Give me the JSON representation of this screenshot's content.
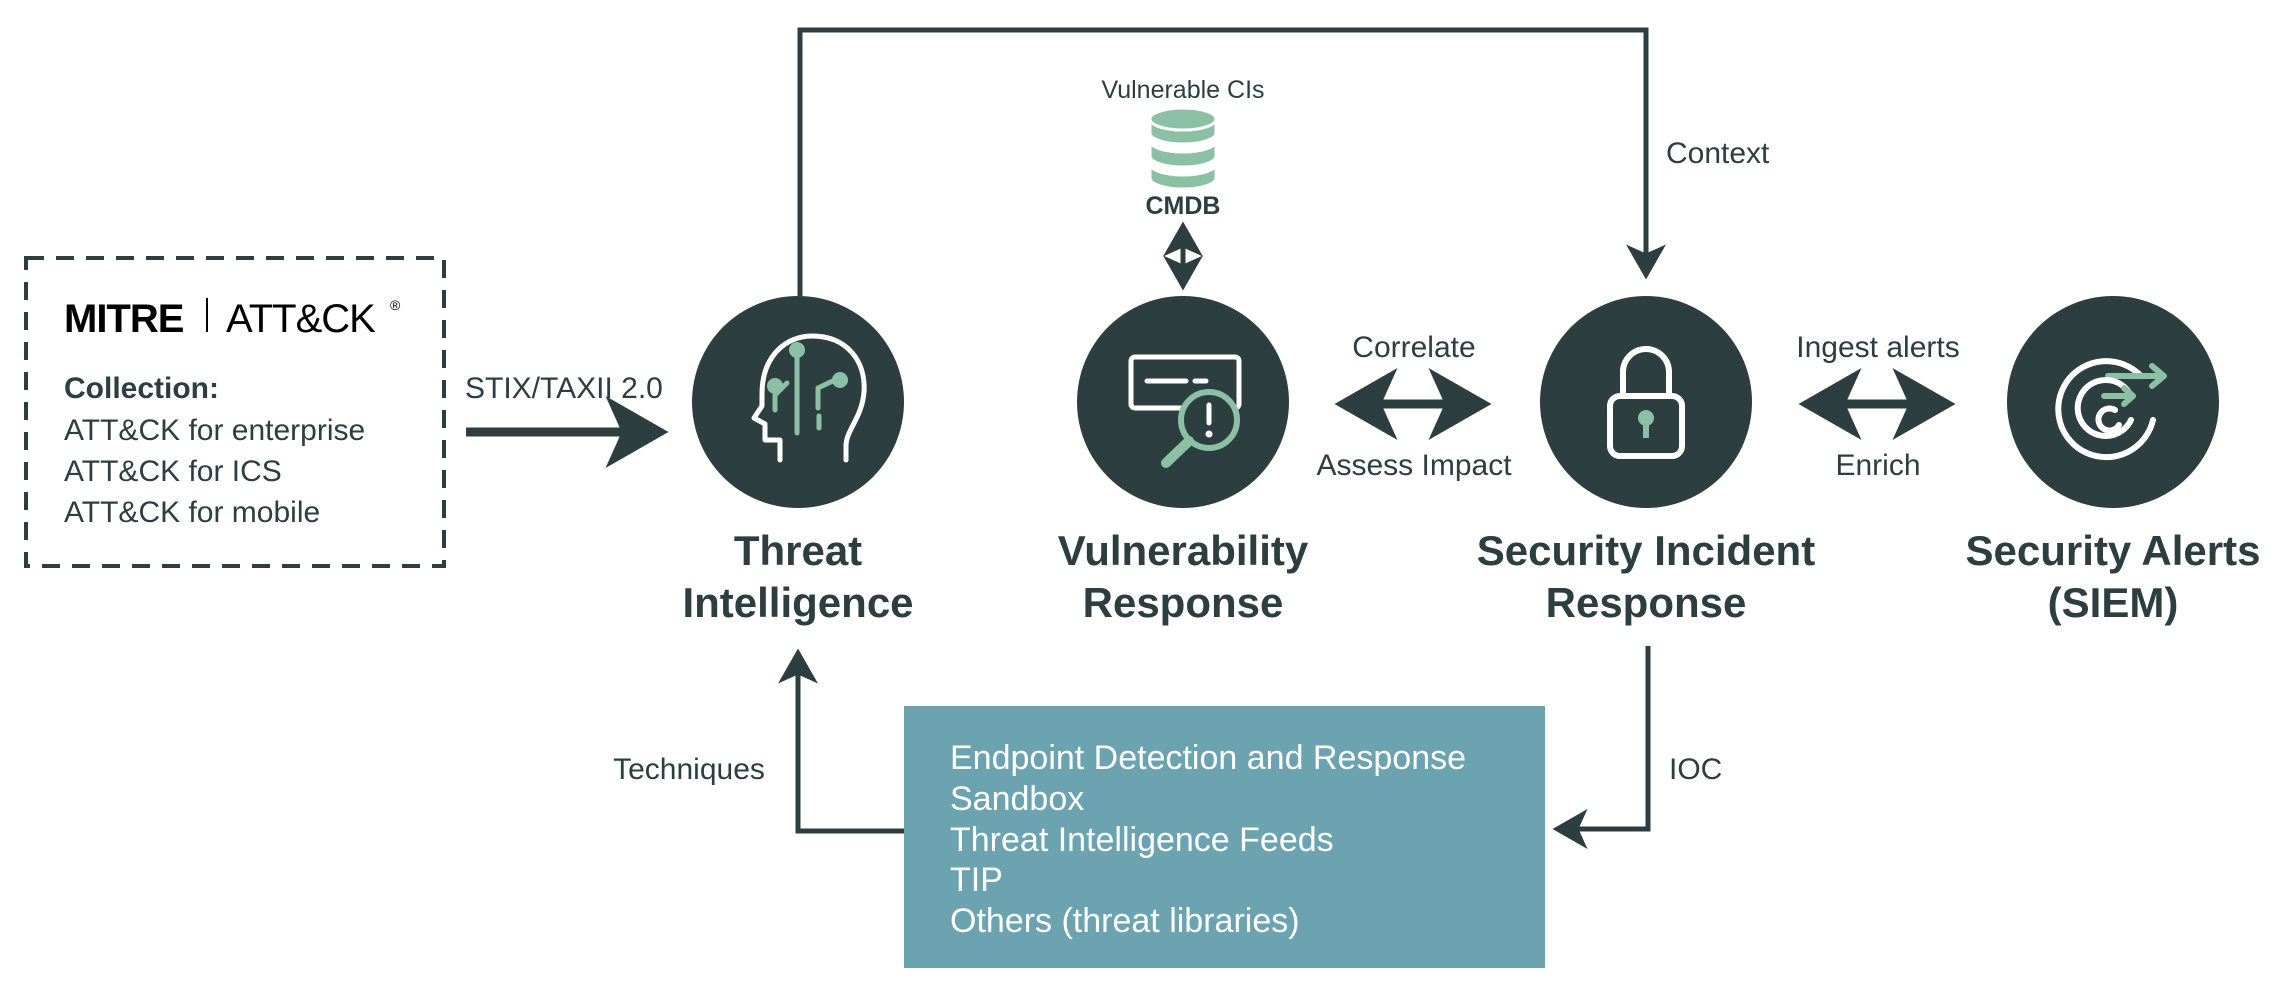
{
  "colors": {
    "dark": "#2c3e3f",
    "accent": "#8cc0a5",
    "box": "#6ba3b1",
    "white": "#ffffff"
  },
  "mitre": {
    "brand_left": "MITRE",
    "brand_right": "ATT&CK",
    "registered": "®",
    "collection_title": "Collection:",
    "collections": [
      "ATT&CK for enterprise",
      "ATT&CK for ICS",
      "ATT&CK for mobile"
    ]
  },
  "edges": {
    "stix": "STIX/TAXII 2.0",
    "context": "Context",
    "vulnerable_cis": "Vulnerable CIs",
    "cmdb": "CMDB",
    "correlate": "Correlate",
    "assess_impact": "Assess Impact",
    "ingest_alerts": "Ingest alerts",
    "enrich": "Enrich",
    "techniques": "Techniques",
    "ioc": "IOC"
  },
  "nodes": {
    "threat_intel": {
      "line1": "Threat",
      "line2": "Intelligence",
      "icon": "brain-circuit-icon"
    },
    "vuln_response": {
      "line1": "Vulnerability",
      "line2": "Response",
      "icon": "vulnerability-scan-icon"
    },
    "sec_incident": {
      "line1": "Security Incident",
      "line2": "Response",
      "icon": "lock-icon"
    },
    "sec_alerts": {
      "line1": "Security Alerts",
      "line2": "(SIEM)",
      "icon": "alert-signal-icon"
    }
  },
  "sources": {
    "items": [
      "Endpoint Detection and Response",
      "Sandbox",
      "Threat Intelligence Feeds",
      "TIP",
      "Others (threat libraries)"
    ]
  }
}
